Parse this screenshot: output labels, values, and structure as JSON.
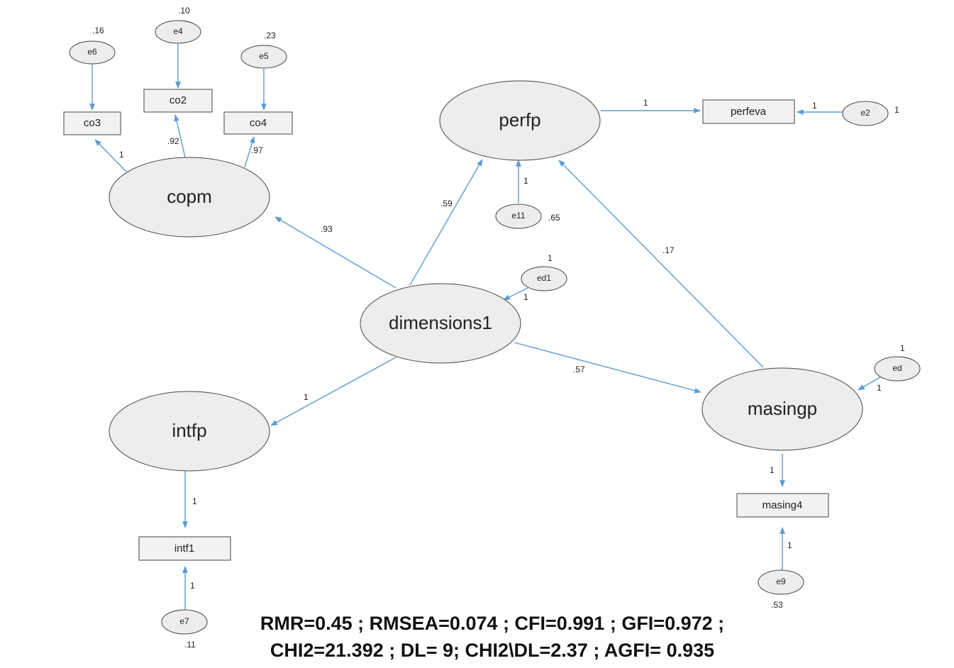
{
  "nodes": {
    "copm": "copm",
    "perfp": "perfp",
    "dimensions1": "dimensions1",
    "intfp": "intfp",
    "masingp": "masingp",
    "co3": "co3",
    "co2": "co2",
    "co4": "co4",
    "perfeva": "perfeva",
    "intf1": "intf1",
    "masing4": "masing4",
    "e6": "e6",
    "e4": "e4",
    "e5": "e5",
    "e2": "e2",
    "e11": "e11",
    "ed1": "ed1",
    "ed": "ed",
    "e7": "e7",
    "e9": "e9"
  },
  "labels": {
    "e6_var": ".16",
    "e4_var": ".10",
    "e5_var": ".23",
    "co3_loading": "1",
    "co2_loading": ".92",
    "co4_loading": ".97",
    "perfeva_loading": "1",
    "e2_path": "1",
    "e2_var": "1",
    "e11_path": "1",
    "e11_var": ".65",
    "copm_path": ".93",
    "perfp_path": ".59",
    "masingp_perfp_path": ".17",
    "ed1_var": "1",
    "ed1_path": "1",
    "masingp_path": ".57",
    "intfp_path": "1",
    "ed_var": "1",
    "ed_path": "1",
    "masing4_loading": "1",
    "intf1_loading": "1",
    "e9_path": "1",
    "e9_var": ".53",
    "e7_path": "1",
    "e7_var": ".11"
  },
  "fit_stats": {
    "line1": "RMR=0.45 ; RMSEA=0.074 ; CFI=0.991 ; GFI=0.972 ;",
    "line2": "CHI2=21.392 ; DL= 9; CHI2\\DL=2.37 ; AGFI= 0.935"
  },
  "colors": {
    "edge": "#5b9bd5",
    "node_fill": "#ededed",
    "node_stroke": "#444444"
  }
}
